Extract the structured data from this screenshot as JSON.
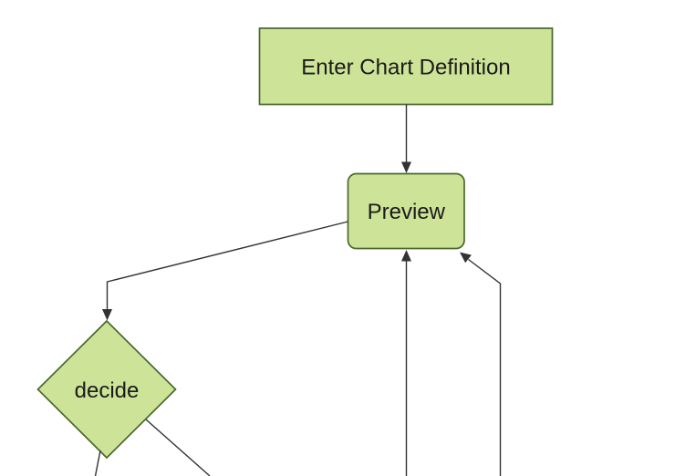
{
  "diagram": {
    "type": "flowchart-top-down",
    "nodes": [
      {
        "id": "A",
        "label": "Enter Chart Definition",
        "shape": "rectangle"
      },
      {
        "id": "B",
        "label": "Preview",
        "shape": "rounded-rectangle"
      },
      {
        "id": "C",
        "label": "decide",
        "shape": "diamond"
      }
    ],
    "edges": [
      {
        "from": "Enter Chart Definition",
        "to": "Preview",
        "style": "arrow"
      },
      {
        "from": "Preview",
        "to": "decide",
        "style": "arrow"
      },
      {
        "from": "offscreen-bottom",
        "to": "Preview",
        "style": "arrow"
      },
      {
        "from": "offscreen-bottom-right",
        "to": "Preview",
        "style": "arrow"
      },
      {
        "from": "decide",
        "to": "offscreen-bottom-left",
        "style": "line-truncated"
      },
      {
        "from": "decide",
        "to": "offscreen-bottom-right",
        "style": "line-truncated"
      }
    ]
  },
  "colors": {
    "background": "#ffffff",
    "node_fill": "#cde498",
    "node_border": "#48682e",
    "edge_color": "#333333",
    "text_color": "#1a1a1a"
  }
}
